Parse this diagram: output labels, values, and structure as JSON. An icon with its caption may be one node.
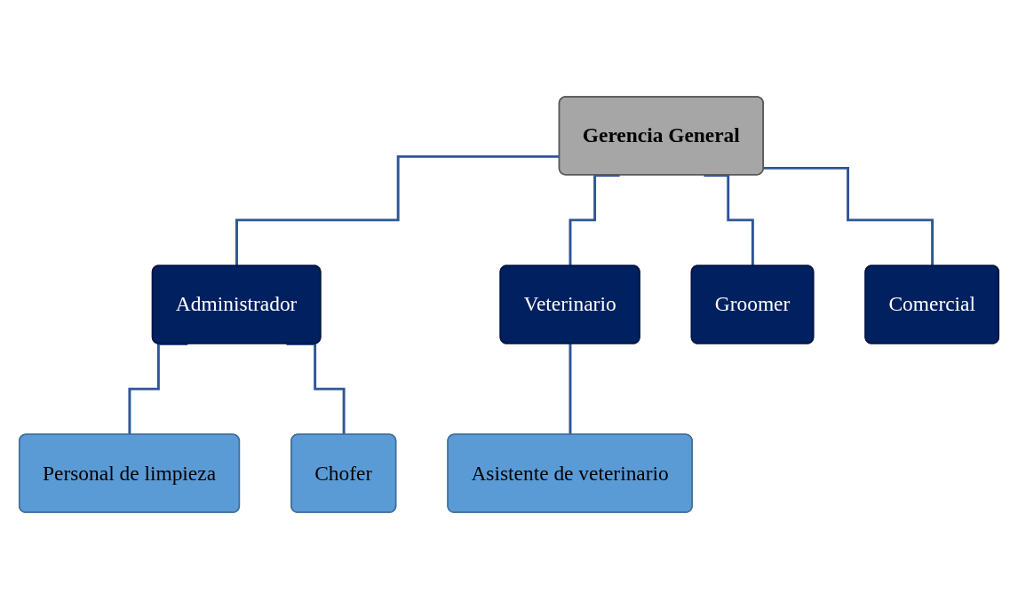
{
  "diagram": {
    "nodes": [
      {
        "text": [
          "Gerencia General"
        ]
      },
      {
        "text": [
          "Administrador"
        ]
      },
      {
        "text": [
          "Veterinario"
        ]
      },
      {
        "text": [
          "Groomer"
        ]
      },
      {
        "text": [
          "Comercial"
        ]
      },
      {
        "text": [
          "Personal de limpieza"
        ]
      },
      {
        "text": [
          "Chofer"
        ]
      },
      {
        "text": [
          "Asistente de veterinario"
        ]
      }
    ],
    "edges": [
      {
        "from": 0,
        "to": 1,
        "arrow": "none"
      },
      {
        "from": 0,
        "to": 2,
        "arrow": "none"
      },
      {
        "from": 0,
        "to": 3,
        "arrow": "none"
      },
      {
        "from": 0,
        "to": 4,
        "arrow": "none"
      },
      {
        "from": 1,
        "to": 5,
        "arrow": "none"
      },
      {
        "from": 1,
        "to": 6,
        "arrow": "none"
      },
      {
        "from": 2,
        "to": 7,
        "arrow": "none"
      }
    ]
  }
}
